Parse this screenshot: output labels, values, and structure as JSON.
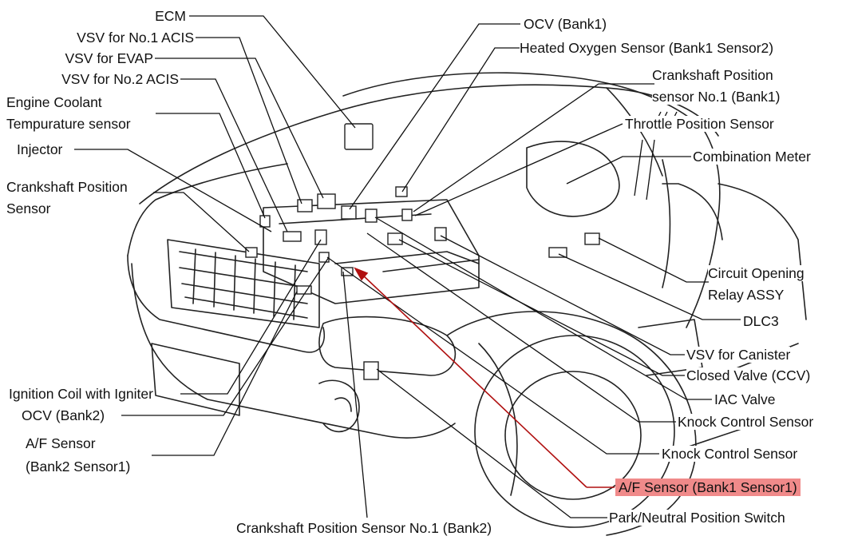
{
  "labels": {
    "ecm": "ECM",
    "vsv_acis1": "VSV for No.1 ACIS",
    "vsv_evap": "VSV for EVAP",
    "vsv_acis2": "VSV for No.2 ACIS",
    "ect_1": "Engine Coolant",
    "ect_2": "Tempurature sensor",
    "injector": "Injector",
    "ckp_1": "Crankshaft Position",
    "ckp_2": "Sensor",
    "ignition_coil": "Ignition Coil with Igniter",
    "ocv_bank2": "OCV (Bank2)",
    "af_bank2_1": "A/F Sensor",
    "af_bank2_2": "(Bank2 Sensor1)",
    "ckp_no1_bank2": "Crankshaft Position Sensor No.1 (Bank2)",
    "ocv_bank1": "OCV (Bank1)",
    "ho2s": "Heated Oxygen Sensor (Bank1 Sensor2)",
    "ckp_no1_bank1_1": "Crankshaft Position",
    "ckp_no1_bank1_2": "sensor No.1 (Bank1)",
    "tps": "Throttle Position Sensor",
    "combination_meter": "Combination Meter",
    "cor_1": "Circuit Opening",
    "cor_2": "Relay ASSY",
    "dlc3": "DLC3",
    "vsv_canister": "VSV for Canister",
    "ccv": "Closed Valve (CCV)",
    "iac": "IAC Valve",
    "ks_1": "Knock Control Sensor",
    "ks_2": "Knock Control Sensor",
    "af_bank1": "A/F Sensor (Bank1 Sensor1)",
    "pnp": "Park/Neutral Position Switch"
  },
  "colors": {
    "line": "#111111",
    "highlight_fill": "#f08a8a",
    "highlight_arrow": "#b01010"
  }
}
